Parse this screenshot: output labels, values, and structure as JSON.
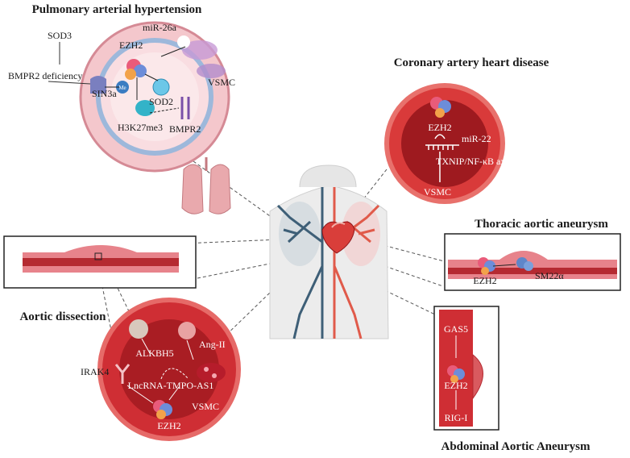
{
  "titles": {
    "pah": "Pulmonary arterial hypertension",
    "chd": "Coronary artery heart disease",
    "taa": "Thoracic aortic aneurysm",
    "ad": "Aortic dissection",
    "aaa": "Abdominal Aortic Aneurysm"
  },
  "pah": {
    "sod3": "SOD3",
    "bmpr2_def": "BMPR2 deficiency",
    "sin3a": "SIN3a",
    "mir26a": "miR-26a",
    "ezh2": "EZH2",
    "vsmc": "VSMC",
    "sod2": "SOD2",
    "h3k27me3": "H3K27me3",
    "bmpr2": "BMPR2",
    "me_badge": "Me"
  },
  "chd": {
    "ezh2": "EZH2",
    "mir22": "miR-22",
    "txnip": "TXNIP/NF-κB axis",
    "vsmc": "VSMC"
  },
  "taa": {
    "ezh2": "EZH2",
    "sm22": "SM22α"
  },
  "ad": {
    "alkbh5": "ALKBH5",
    "ang": "Ang-II",
    "irak4": "IRAK4",
    "lnc": "LncRNA-TMPO-AS1",
    "vsmc": "VSMC",
    "ezh2": "EZH2"
  },
  "aaa": {
    "gas5": "GAS5",
    "ezh2": "EZH2",
    "rig1": "RIG-I"
  },
  "colors": {
    "vessel_red": "#c8262b",
    "vessel_dark": "#8e1418",
    "pah_pink": "#f3c9cf",
    "artery": "#e05a4a",
    "vein": "#3e5f77"
  }
}
